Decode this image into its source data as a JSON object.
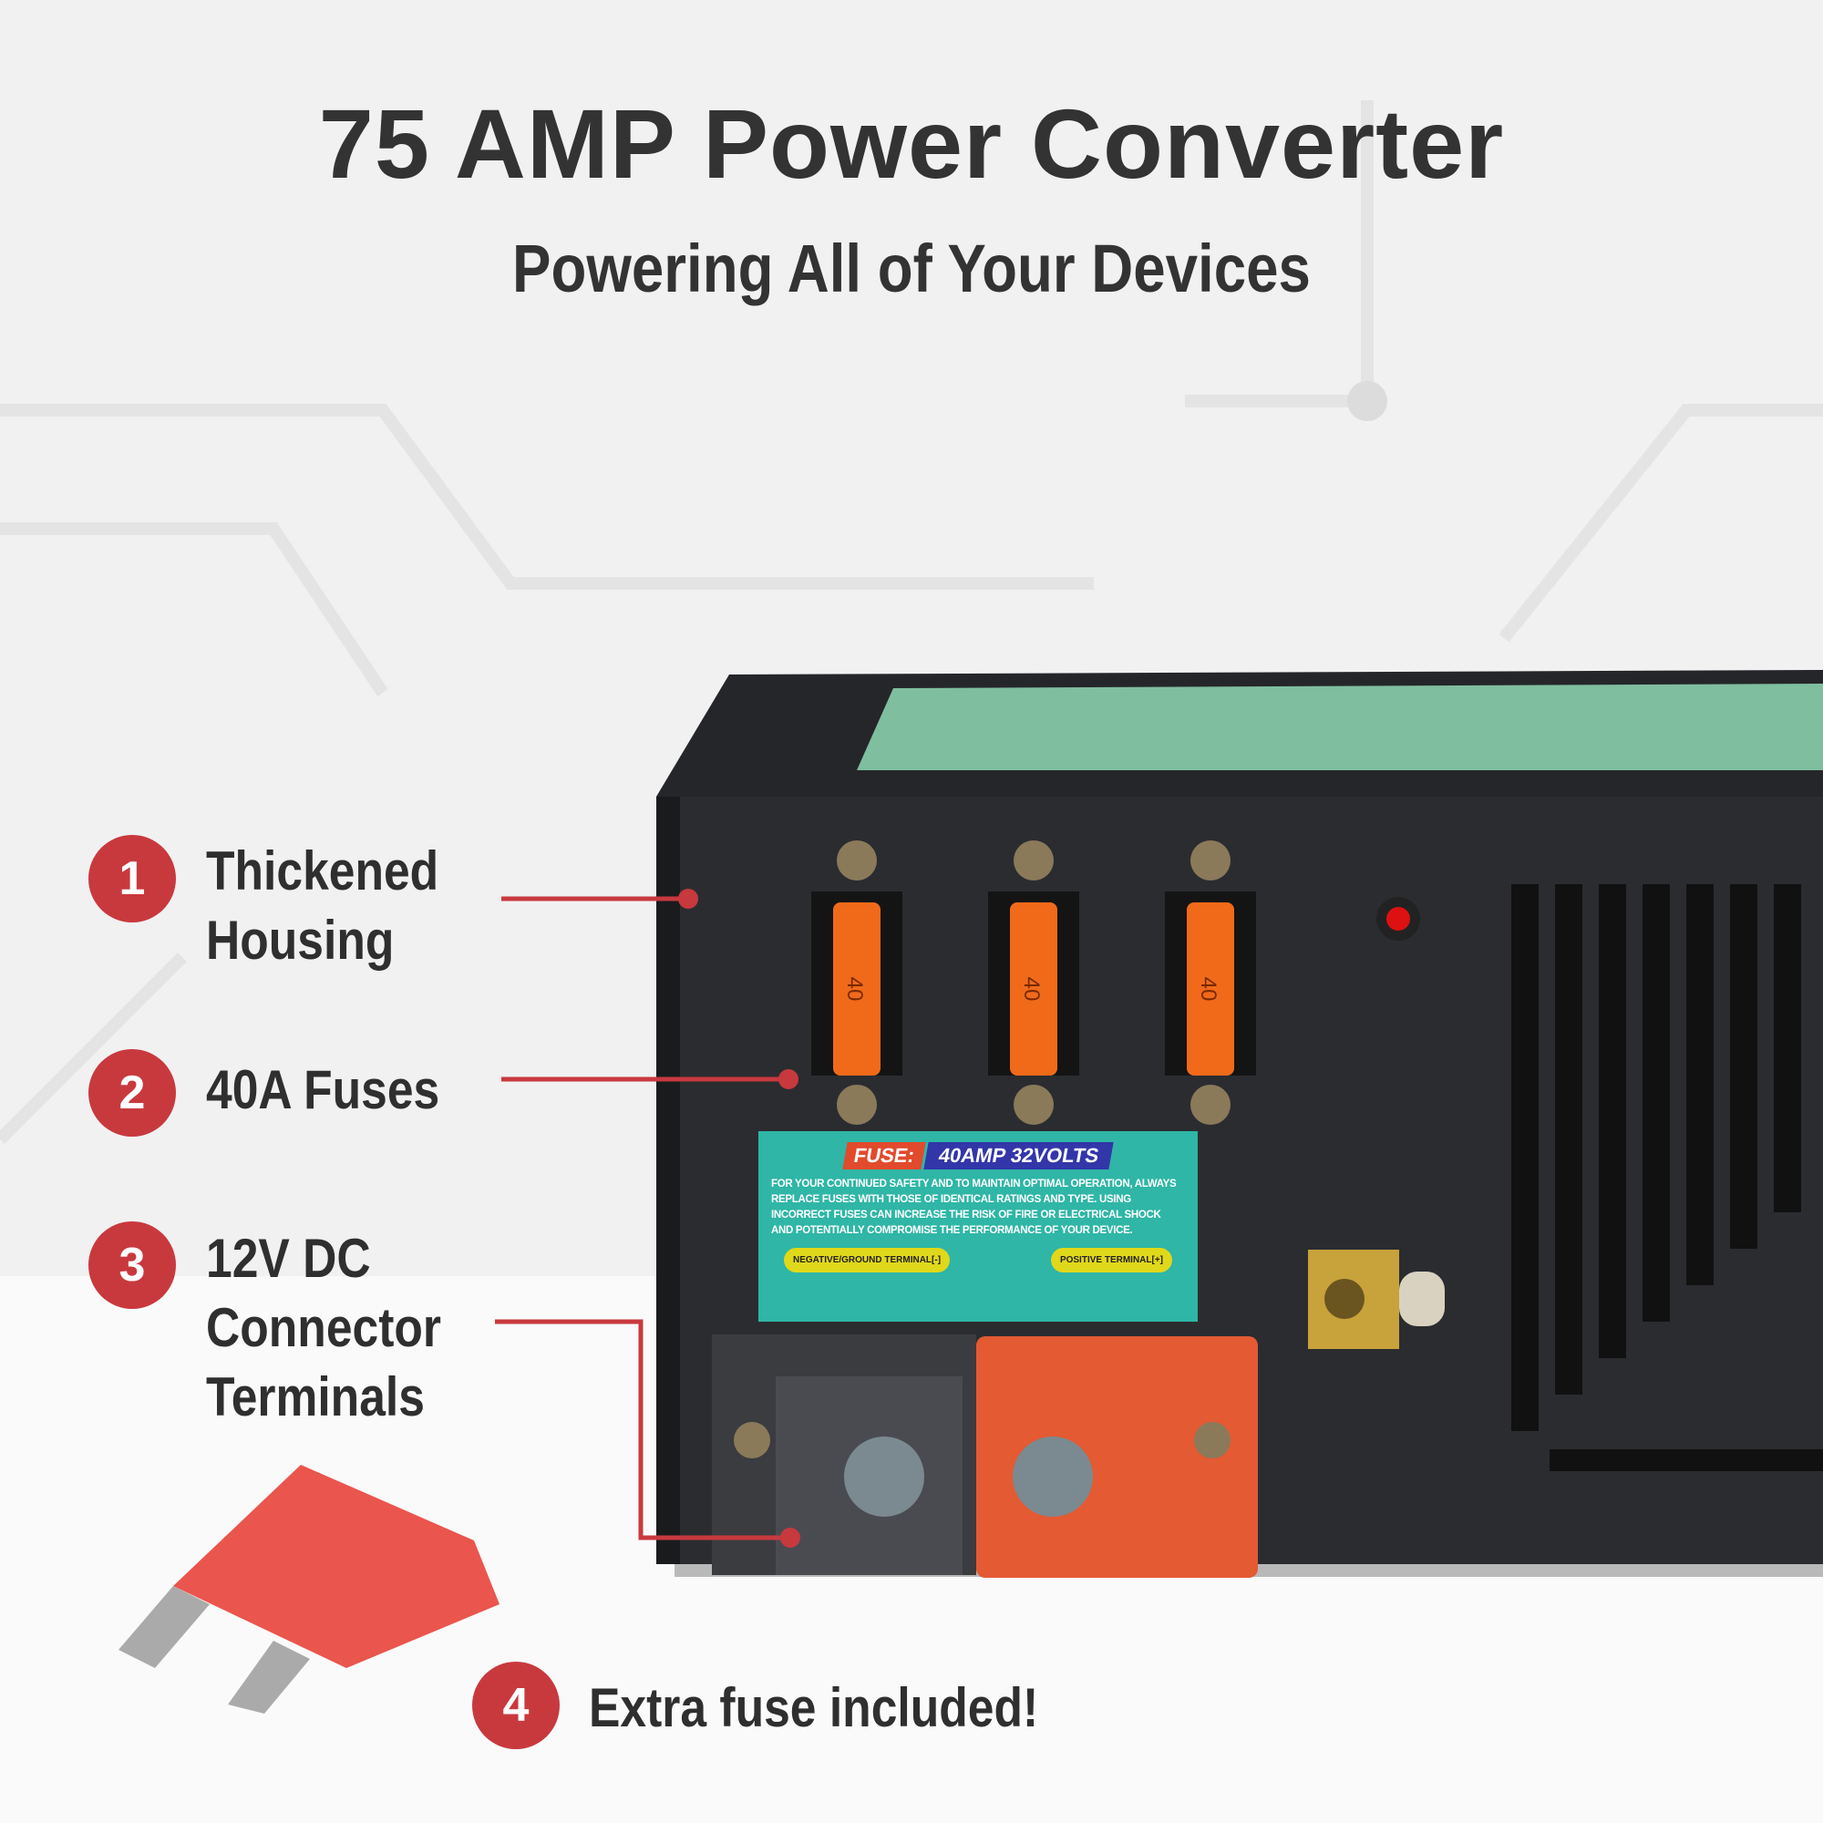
{
  "header": {
    "title": "75 AMP Power Converter",
    "subtitle": "Powering All of Your Devices"
  },
  "features": [
    {
      "number": "1",
      "lines": [
        "Thickened",
        "Housing"
      ]
    },
    {
      "number": "2",
      "lines": [
        "40A Fuses"
      ]
    },
    {
      "number": "3",
      "lines": [
        "12V DC",
        "Connector",
        "Terminals"
      ]
    },
    {
      "number": "4",
      "lines": [
        "Extra fuse included!"
      ]
    }
  ],
  "device": {
    "fuse_marking": "40",
    "sticker": {
      "fuse_label": "FUSE:",
      "rating": "40AMP 32VOLTS",
      "warning": "FOR YOUR CONTINUED SAFETY AND TO MAINTAIN OPTIMAL OPERATION, ALWAYS REPLACE FUSES WITH THOSE OF IDENTICAL RATINGS AND TYPE. USING INCORRECT FUSES CAN INCREASE THE RISK OF FIRE OR ELECTRICAL SHOCK AND POTENTIALLY COMPROMISE THE PERFORMANCE OF YOUR DEVICE.",
      "negative_terminal": "NEGATIVE/GROUND TERMINAL[-]",
      "positive_terminal": "POSITIVE TERMINAL[+]"
    }
  },
  "colors": {
    "accent": "#c8393e",
    "text": "#333333",
    "housing": "#2a2b2e",
    "terminal_positive": "#e45a33",
    "fuse": "#f06a1a"
  }
}
